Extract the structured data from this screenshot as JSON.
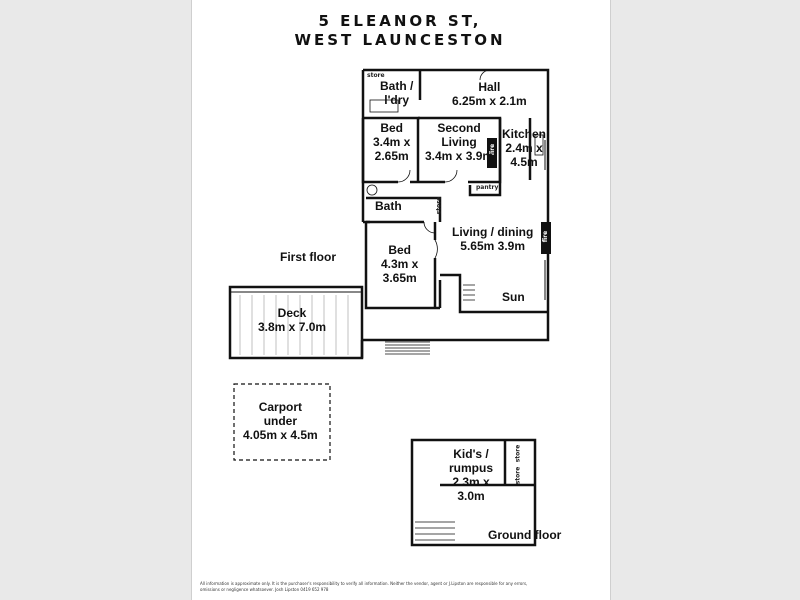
{
  "title": {
    "line1": "5 ELEANOR ST,",
    "line2": "WEST LAUNCESTON"
  },
  "levels": {
    "first": "First floor",
    "ground": "Ground floor"
  },
  "rooms": {
    "bath_ldry": {
      "name": "Bath /",
      "name2": "l'dry"
    },
    "hall": {
      "name": "Hall",
      "dims": "6.25m x 2.1m"
    },
    "bed1": {
      "name": "Bed",
      "dims1": "3.4m x",
      "dims2": "2.65m"
    },
    "second_living": {
      "name": "Second",
      "name2": "Living",
      "dims": "3.4m x 3.9m"
    },
    "kitchen": {
      "name": "Kitchen",
      "dims1": "2.4m x",
      "dims2": "4.5m"
    },
    "bath2": {
      "name": "Bath"
    },
    "living": {
      "name": "Living / dining",
      "dims": "5.65m 3.9m"
    },
    "bed2": {
      "name": "Bed",
      "dims1": "4.3m x",
      "dims2": "3.65m"
    },
    "sun": {
      "name": "Sun"
    },
    "deck": {
      "name": "Deck",
      "dims": "3.8m x 7.0m"
    },
    "carport": {
      "line1": "Carport",
      "line2": "under",
      "line3": "4.05m x 4.5m"
    },
    "kids": {
      "name": "Kid's /",
      "name2": "rumpus",
      "dims1": "2.3m x",
      "dims2": "3.0m"
    }
  },
  "tags": {
    "store_top": "store",
    "store_bath": "store",
    "store_kids1": "store",
    "store_kids2": "store",
    "pantry": "pantry",
    "fire1": "fire",
    "fire2": "fire"
  },
  "disclaimer": "All information is approximate only. It is the purchaser's responsibility to verify all information. Neither the vendor, agent or J.Lipston are responsible for any errors, omissions or negligence whatsoever. Josh Lipston 0419 652 978"
}
